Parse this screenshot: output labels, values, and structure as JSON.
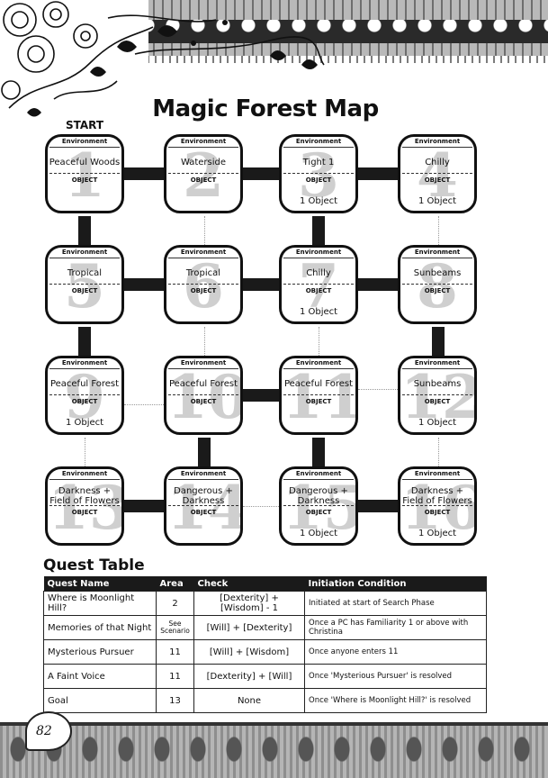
{
  "page": {
    "title": "Magic Forest Map",
    "start_label": "START",
    "page_number": "82"
  },
  "map": {
    "environment_label": "Environment",
    "object_label": "OBJECT",
    "rooms": [
      {
        "num": "1",
        "env": "Peaceful Woods",
        "obj": ""
      },
      {
        "num": "2",
        "env": "Waterside",
        "obj": ""
      },
      {
        "num": "3",
        "env": "Tight 1",
        "obj": "1 Object"
      },
      {
        "num": "4",
        "env": "Chilly",
        "obj": "1 Object"
      },
      {
        "num": "5",
        "env": "Tropical",
        "obj": ""
      },
      {
        "num": "6",
        "env": "Tropical",
        "obj": ""
      },
      {
        "num": "7",
        "env": "Chilly",
        "obj": "1 Object"
      },
      {
        "num": "8",
        "env": "Sunbeams",
        "obj": ""
      },
      {
        "num": "9",
        "env": "Peaceful Forest",
        "obj": "1 Object"
      },
      {
        "num": "10",
        "env": "Peaceful Forest",
        "obj": ""
      },
      {
        "num": "11",
        "env": "Peaceful Forest",
        "obj": ""
      },
      {
        "num": "12",
        "env": "Sunbeams",
        "obj": "1 Object"
      },
      {
        "num": "13",
        "env": "Darkness + Field of Flowers",
        "obj": ""
      },
      {
        "num": "14",
        "env": "Dangerous + Darkness",
        "obj": ""
      },
      {
        "num": "15",
        "env": "Dangerous + Darkness",
        "obj": "1 Object"
      },
      {
        "num": "16",
        "env": "Darkness + Field of Flowers",
        "obj": "1 Object"
      }
    ]
  },
  "quest_table": {
    "title": "Quest Table",
    "headers": [
      "Quest Name",
      "Area",
      "Check",
      "Initiation Condition"
    ],
    "rows": [
      {
        "name": "Where is Moonlight Hill?",
        "area": "2",
        "check": "[Dexterity] + [Wisdom] - 1",
        "condition": "Initiated at start of Search Phase"
      },
      {
        "name": "Memories of that Night",
        "area": "See Scenario",
        "check": "[Will] + [Dexterity]",
        "condition": "Once a PC has Familiarity 1 or above with Christina"
      },
      {
        "name": "Mysterious Pursuer",
        "area": "11",
        "check": "[Will] + [Wisdom]",
        "condition": "Once anyone enters 11"
      },
      {
        "name": "A Faint Voice",
        "area": "11",
        "check": "[Dexterity] + [Will]",
        "condition": "Once 'Mysterious Pursuer' is resolved"
      },
      {
        "name": "Goal",
        "area": "13",
        "check": "None",
        "condition": "Once 'Where is Moonlight Hill?' is resolved"
      }
    ]
  }
}
